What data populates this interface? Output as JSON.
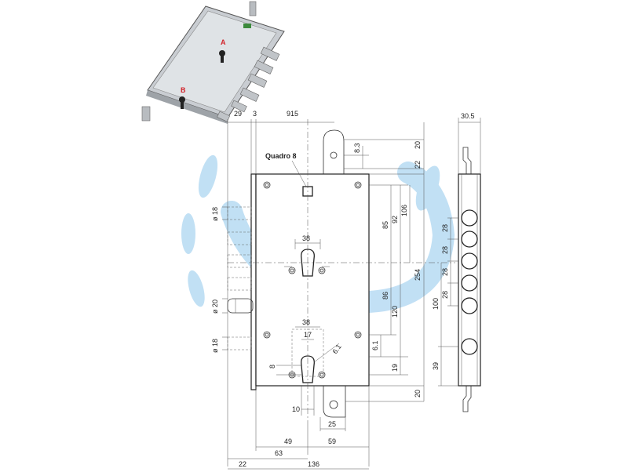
{
  "labels": {
    "quadro": "Quadro 8",
    "photo_a": "A",
    "photo_b": "B"
  },
  "dimensions": {
    "top_29": "29",
    "top_3": "3",
    "top_915": "915",
    "right_20_top": "20",
    "right_83": "8.3",
    "right_22": "22",
    "right_85": "85",
    "right_92": "92",
    "right_106": "106",
    "right_254": "254",
    "right_86": "86",
    "right_120": "120",
    "right_61": "6.1",
    "right_19": "19",
    "right_20_bottom": "20",
    "cyl_38_top": "38",
    "cyl_38_bottom": "38",
    "cyl_17": "17",
    "cyl_61_diag": "6.1",
    "cyl_8": "8",
    "bolt_18_top": "ø 18",
    "bolt_20": "ø 20",
    "bolt_18_bottom": "ø 18",
    "bottom_10": "10",
    "bottom_25": "25",
    "bottom_49": "49",
    "bottom_59": "59",
    "bottom_63": "63",
    "bottom_22": "22",
    "bottom_136": "136",
    "side_305": "30.5",
    "side_28_a": "28",
    "side_28_b": "28",
    "side_28_c": "28",
    "side_28_d": "28",
    "side_100": "100",
    "side_39": "39"
  },
  "colors": {
    "watermark": "#8fc7ec",
    "accent_red": "#d2232a"
  },
  "icons": {
    "watermark": "watermark-logo-icon",
    "photo": "lock-photo-icon"
  }
}
